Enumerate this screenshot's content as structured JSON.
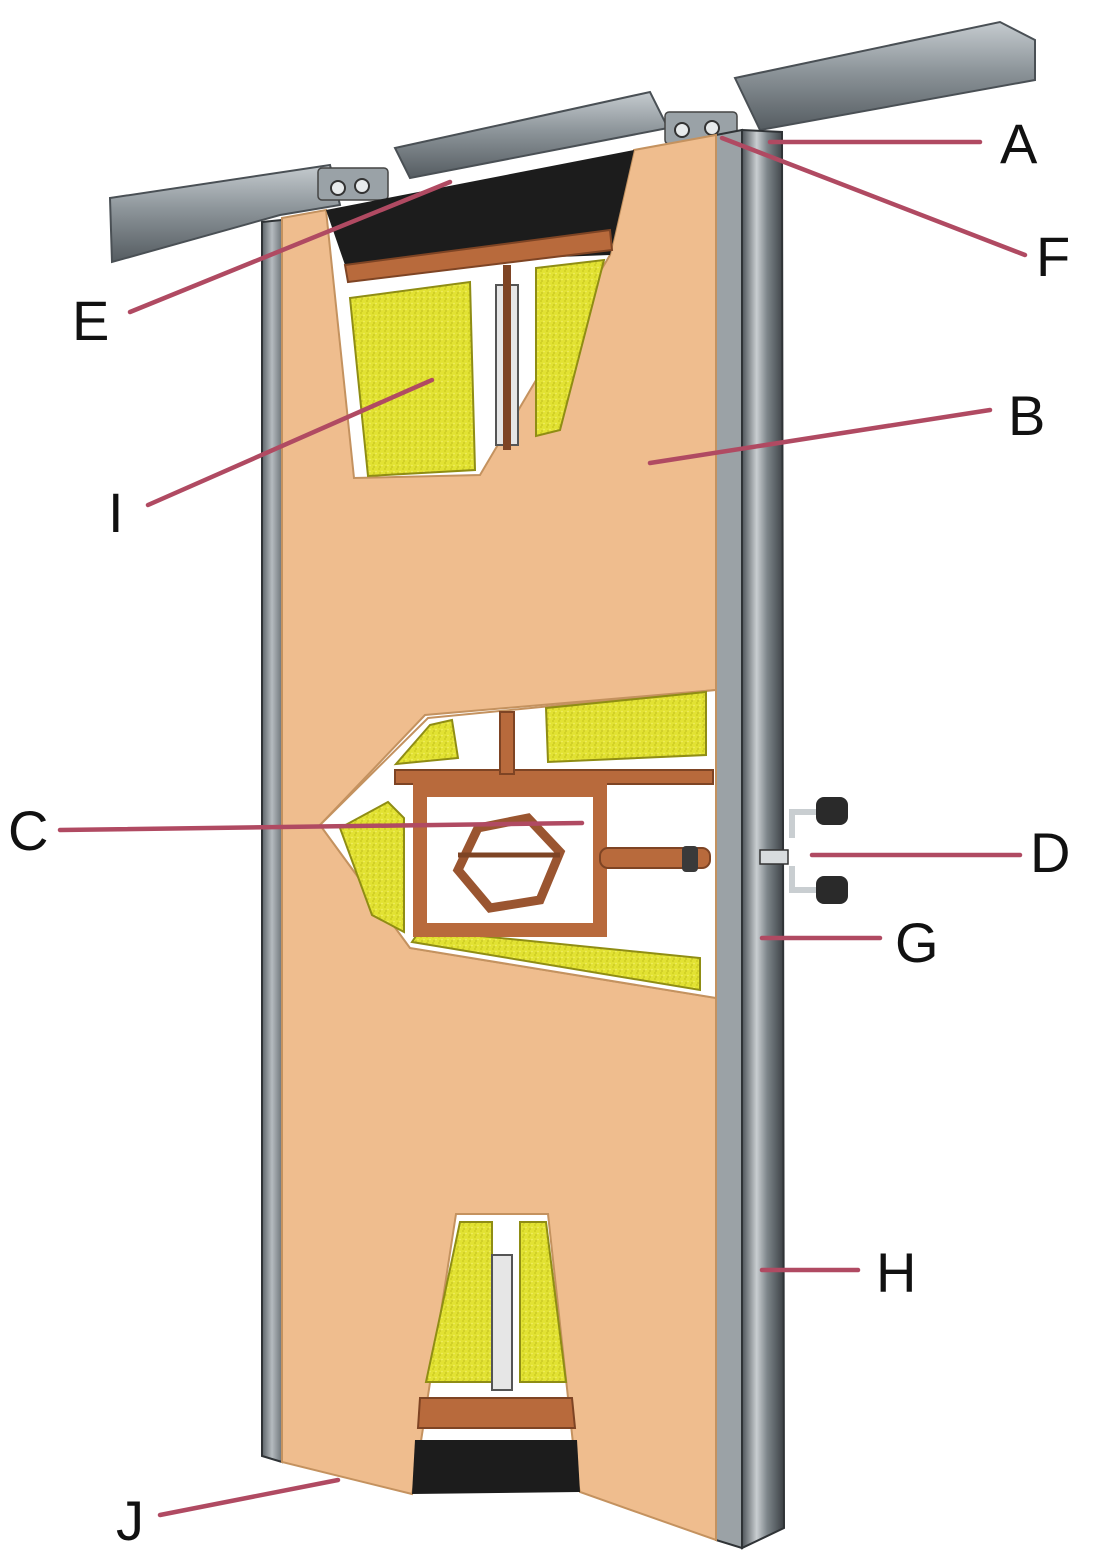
{
  "diagram": {
    "colors": {
      "panel_face": "#efbd8e",
      "panel_edge": "#d9a877",
      "insulation": "#e2e233",
      "insulation_dark": "#b8b81c",
      "frame_wood": "#b86a3c",
      "frame_wood_dark": "#7e4424",
      "rail": "#8d959a",
      "rail_dark": "#5a6166",
      "cavity_dark": "#1c1c1c",
      "leader_line": "#b04a62"
    },
    "labels": [
      {
        "id": "A",
        "text": "A"
      },
      {
        "id": "B",
        "text": "B"
      },
      {
        "id": "C",
        "text": "C"
      },
      {
        "id": "D",
        "text": "D"
      },
      {
        "id": "E",
        "text": "E"
      },
      {
        "id": "F",
        "text": "F"
      },
      {
        "id": "G",
        "text": "G"
      },
      {
        "id": "H",
        "text": "H"
      },
      {
        "id": "I",
        "text": "I"
      },
      {
        "id": "J",
        "text": "J"
      }
    ]
  }
}
